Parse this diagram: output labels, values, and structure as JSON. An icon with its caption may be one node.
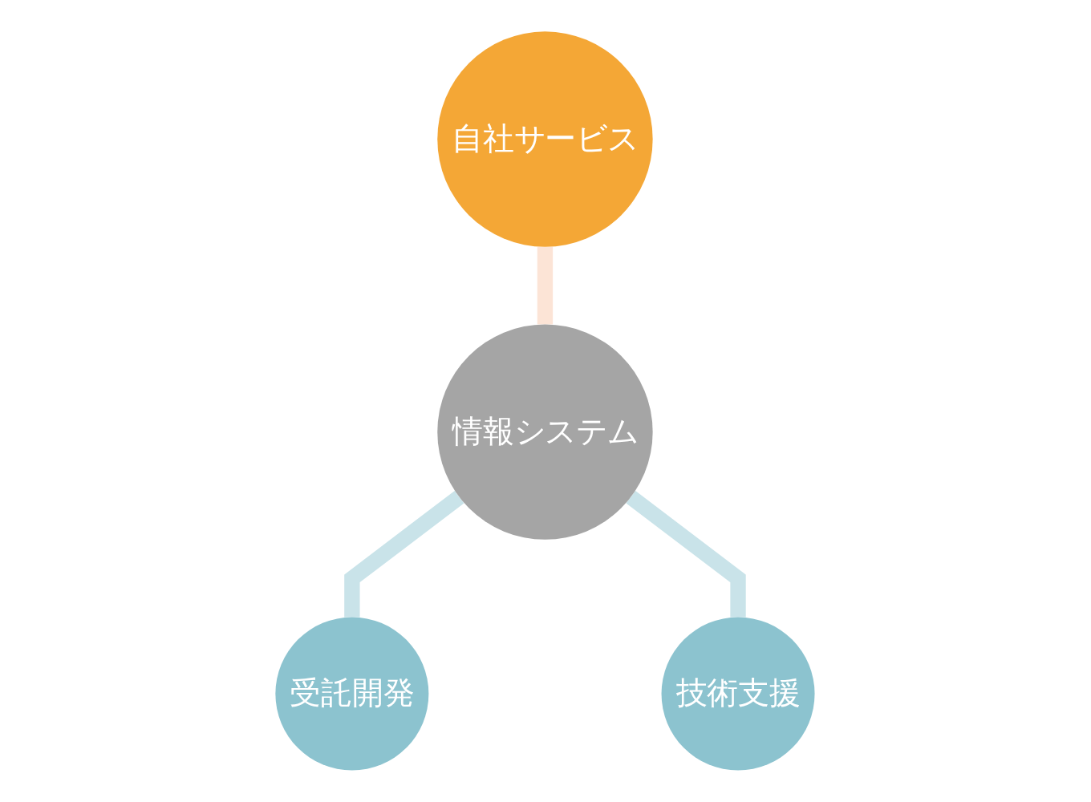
{
  "diagram": {
    "nodes": [
      {
        "text": [
          "自社サービス"
        ]
      },
      {
        "text": [
          "情報システム"
        ]
      },
      {
        "text": [
          "受託開発"
        ]
      },
      {
        "text": [
          "技術支援"
        ]
      }
    ],
    "edges": [
      {
        "from": 0,
        "to": 1,
        "arrow": "none",
        "color": "#fce4d6"
      },
      {
        "from": 1,
        "to": 2,
        "arrow": "none"
      },
      {
        "from": 1,
        "to": 3,
        "arrow": "none"
      }
    ]
  }
}
